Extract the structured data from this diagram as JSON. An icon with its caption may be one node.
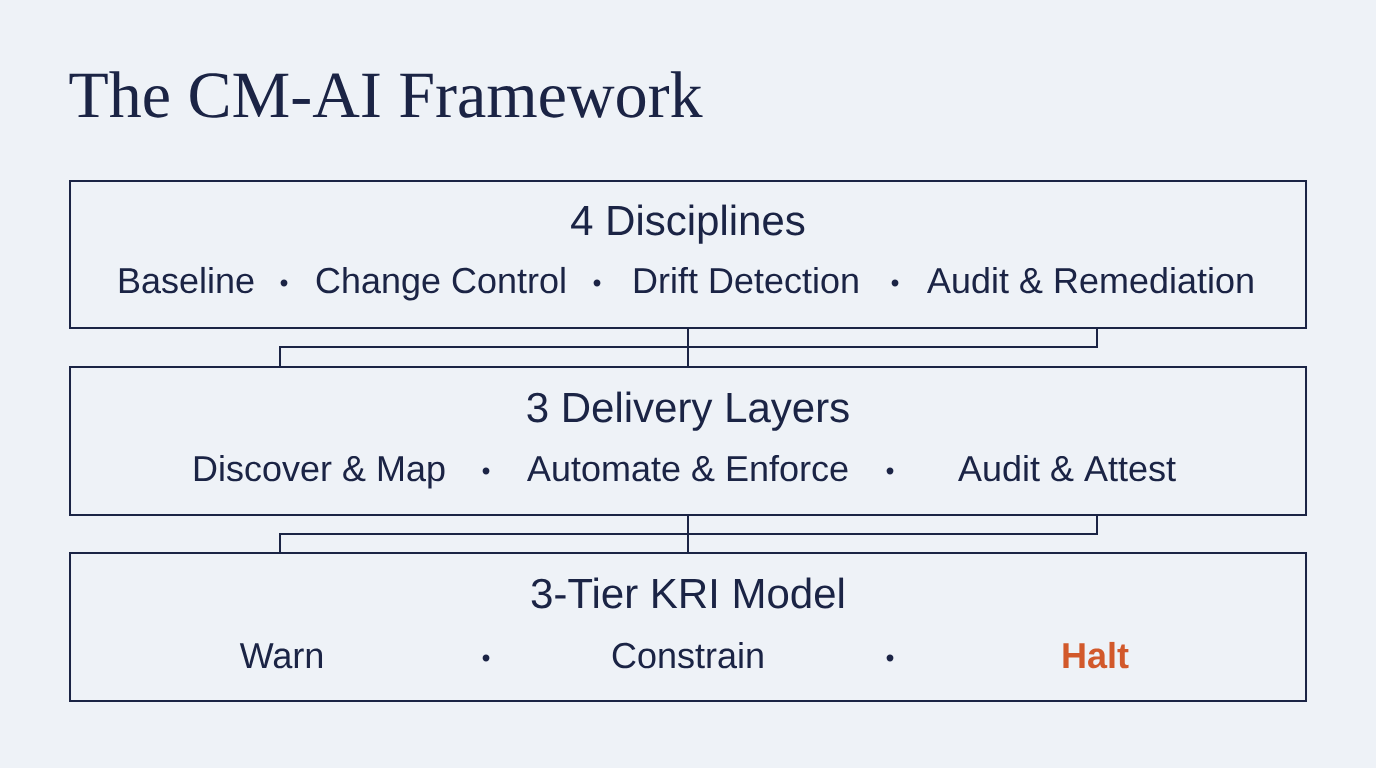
{
  "diagram": {
    "title": "The CM-AI Framework",
    "nodes": [
      {
        "text": [
          "4 Disciplines",
          "Baseline",
          "Change Control",
          "Drift Detection",
          "Audit & Remediation"
        ]
      },
      {
        "text": [
          "3 Delivery Layers",
          "Discover & Map",
          "Automate & Enforce",
          "Audit & Attest"
        ]
      },
      {
        "text": [
          "3-Tier KRI Model",
          "Warn",
          "Constrain",
          "Halt"
        ]
      }
    ],
    "edges": [
      {
        "from": 0,
        "to": 1,
        "arrow": "none"
      },
      {
        "from": 1,
        "to": 2,
        "arrow": "none"
      }
    ]
  }
}
